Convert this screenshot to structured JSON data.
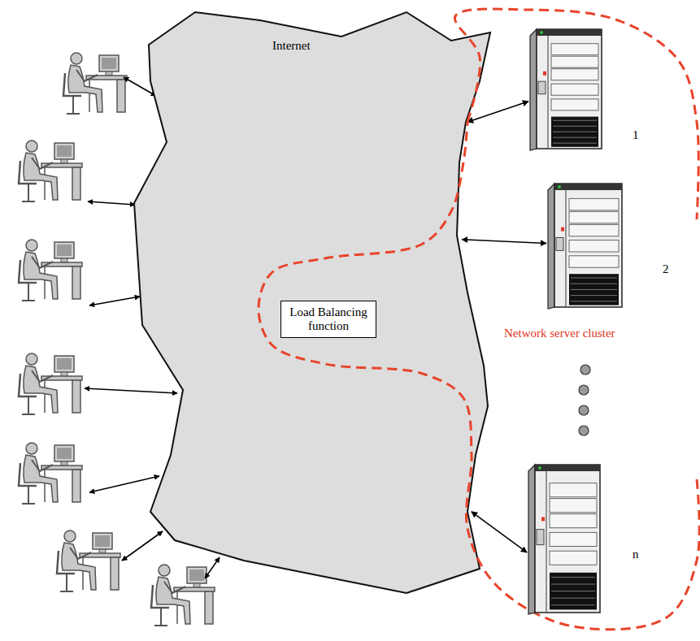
{
  "diagram": {
    "nodes": [
      {
        "text": [
          "Internet"
        ]
      },
      {
        "text": [
          "Load Balancing function"
        ],
        "in": 0
      },
      {
        "text": [
          "Network server cluster"
        ]
      },
      {
        "text": [
          "1"
        ],
        "in": 2
      },
      {
        "text": [
          "2"
        ],
        "in": 2
      },
      {
        "text": [
          "n"
        ],
        "in": 2
      }
    ],
    "edges": [
      {
        "from": 0,
        "to": 3,
        "arrow": "both"
      },
      {
        "from": 0,
        "to": 4,
        "arrow": "both"
      },
      {
        "from": 0,
        "to": 5,
        "arrow": "both"
      }
    ]
  }
}
